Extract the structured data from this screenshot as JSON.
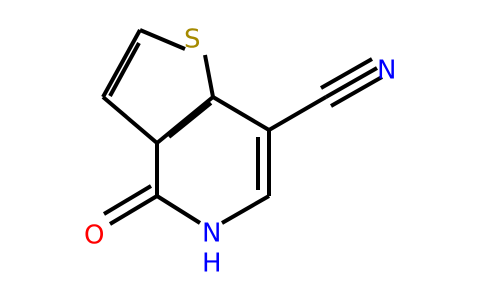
{
  "molecule": {
    "atoms": {
      "sulfur": "S",
      "nitrogen_nitrile": "N",
      "oxygen": "O",
      "nitrogen_ring": "N",
      "hydrogen_ring": "H"
    },
    "colors": {
      "bond": "#000000",
      "sulfur": "#a58a00",
      "nitrogen": "#0000ff",
      "oxygen": "#ff0000"
    }
  }
}
